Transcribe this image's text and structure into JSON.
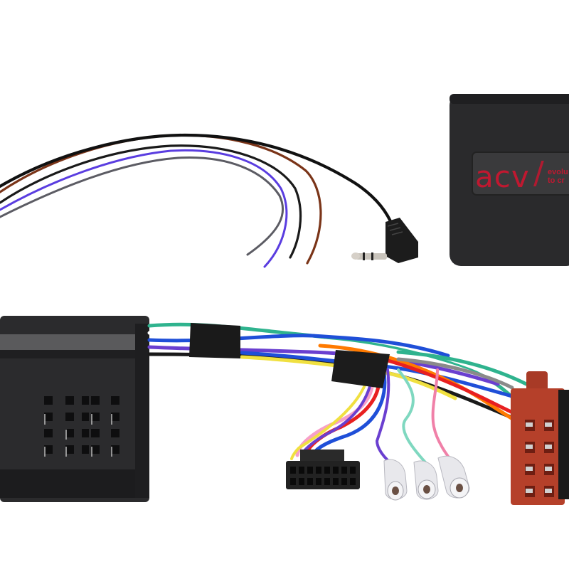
{
  "scene": {
    "description": "ACV steering wheel control interface kit product photo",
    "background": "#ffffff"
  },
  "interface_box": {
    "color": "#2a2a2c",
    "label_panel_color": "#3a3a3c",
    "brand": "acv",
    "slash": "/",
    "tagline_line1": "evolu",
    "tagline_line2": "to cr",
    "brand_color": "#c01830"
  },
  "loose_wires": {
    "colors": [
      "#7a3418",
      "#1a1a1a",
      "#5a3de0",
      "#5c5c64"
    ],
    "jack": "3.5mm angled stereo jack"
  },
  "main_harness": {
    "quadlock_connector_color": "#2b2b2d",
    "wire_colors": [
      "#2fb38e",
      "#ffffff",
      "#6a3fd0",
      "#1f4fd8",
      "#f0e040",
      "#111111",
      "#ff7a00",
      "#e82020",
      "#f7a0c8",
      "#7fd8c0",
      "#8a8a8a"
    ],
    "tape_color": "#1a1a1a",
    "iso_connector_color": "#b5402a",
    "iso_connector_2_color": "#1a1a1a",
    "radio_plug_color": "#222222",
    "spade_terminals": 3
  }
}
